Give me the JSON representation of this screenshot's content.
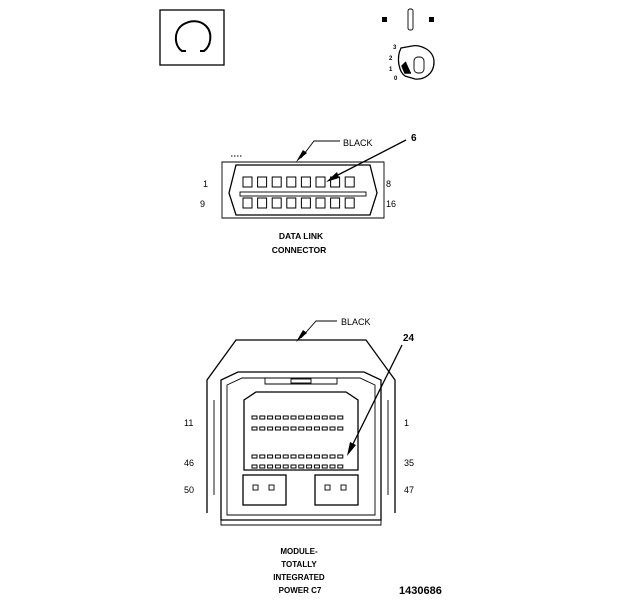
{
  "legend": {
    "omega_symbol": "Ω",
    "omega_icon": "ohmmeter-symbol-icon",
    "key_icon": "ignition-key-icon",
    "key_positions": [
      "3",
      "2",
      "1",
      "0"
    ]
  },
  "data_link_connector": {
    "wire_color": "BLACK",
    "callout": "6",
    "pin_top_left": "1",
    "pin_top_right": "8",
    "pin_bottom_left": "9",
    "pin_bottom_right": "16",
    "caption_line1": "DATA LINK",
    "caption_line2": "CONNECTOR",
    "top_row_pins": 8,
    "bottom_row_pins": 8
  },
  "tipm_connector": {
    "wire_color": "BLACK",
    "callout": "24",
    "pin_upper_left": "11",
    "pin_upper_right": "1",
    "pin_mid_left": "46",
    "pin_mid_right": "35",
    "pin_lower_left": "50",
    "pin_lower_right": "47",
    "caption_line1": "MODULE-",
    "caption_line2": "TOTALLY",
    "caption_line3": "INTEGRATED",
    "caption_line4": "POWER C7"
  },
  "figure_number": "1430686"
}
